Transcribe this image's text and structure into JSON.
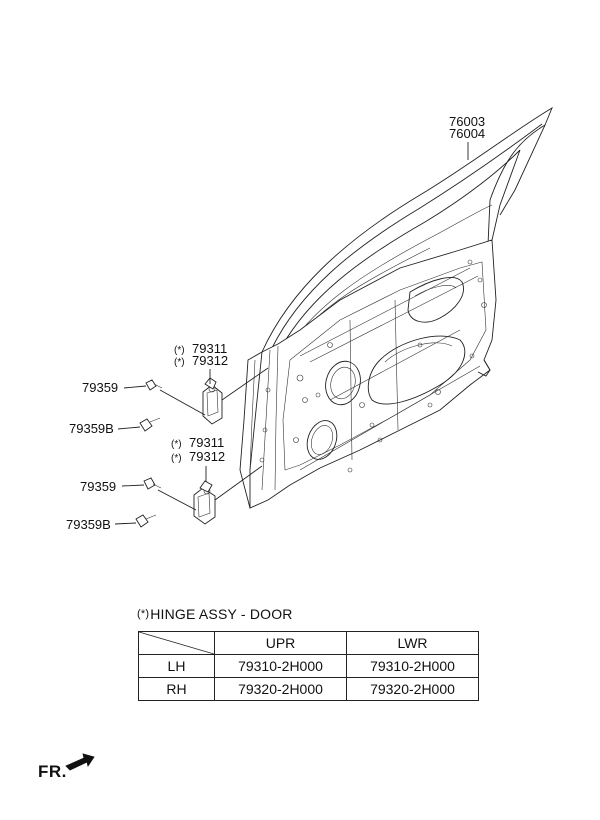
{
  "callouts": {
    "door_part_upper": "76003",
    "door_part_lower": "76004",
    "upper_hinge_a": "79311",
    "upper_hinge_b": "79312",
    "upper_bolt_a": "79359",
    "upper_bolt_b": "79359B",
    "lower_hinge_a": "79311",
    "lower_hinge_b": "79312",
    "lower_bolt_a": "79359",
    "lower_bolt_b": "79359B",
    "hinge_mark": "(*)"
  },
  "hinge_table": {
    "caption": "HINGE ASSY - DOOR",
    "caption_mark": "(*)",
    "columns": [
      "UPR",
      "LWR"
    ],
    "rows": [
      {
        "side": "LH",
        "upr": "79310-2H000",
        "lwr": "79310-2H000"
      },
      {
        "side": "RH",
        "upr": "79320-2H000",
        "lwr": "79320-2H000"
      }
    ]
  },
  "direction_label": "FR."
}
